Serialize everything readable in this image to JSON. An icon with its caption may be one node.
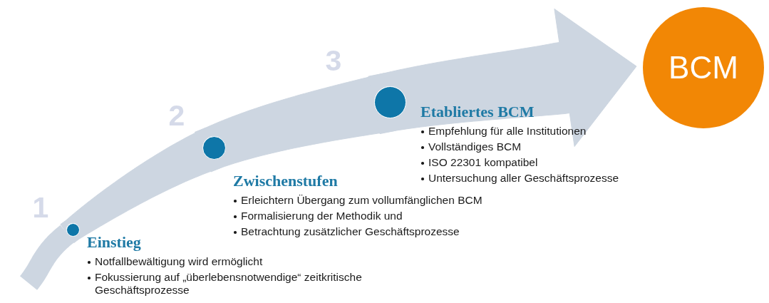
{
  "diagram": {
    "nodes": [
      {
        "text": [],
        "shape": "circle",
        "beside": [
          "Einstieg",
          "Notfallbewältigung wird ermöglicht",
          "Fokussierung auf „überlebensnotwendige“ zeitkritische Geschäftsprozesse"
        ]
      },
      {
        "text": [],
        "shape": "circle",
        "beside": [
          "Zwischenstufen",
          "Erleichtern Übergang zum vollumfänglichen BCM",
          "Formalisierung der Methodik und",
          "Betrachtung zusätzlicher Geschäftsprozesse"
        ]
      },
      {
        "text": [],
        "shape": "circle",
        "beside": [
          "Etabliertes BCM",
          "Empfehlung für alle Institutionen",
          "Vollständiges BCM",
          "ISO 22301 kompatibel",
          "Untersuchung aller Geschäftsprozesse"
        ]
      },
      {
        "text": [
          "BCM"
        ]
      }
    ],
    "edges": [
      {
        "from": null,
        "to": 0,
        "arrow": "none"
      },
      {
        "from": 0,
        "to": 1,
        "arrow": "none"
      },
      {
        "from": 1,
        "to": 2,
        "arrow": "none"
      },
      {
        "from": 2,
        "to": 3,
        "arrow": "to"
      }
    ],
    "labels": [
      "1",
      "2",
      "3"
    ]
  }
}
